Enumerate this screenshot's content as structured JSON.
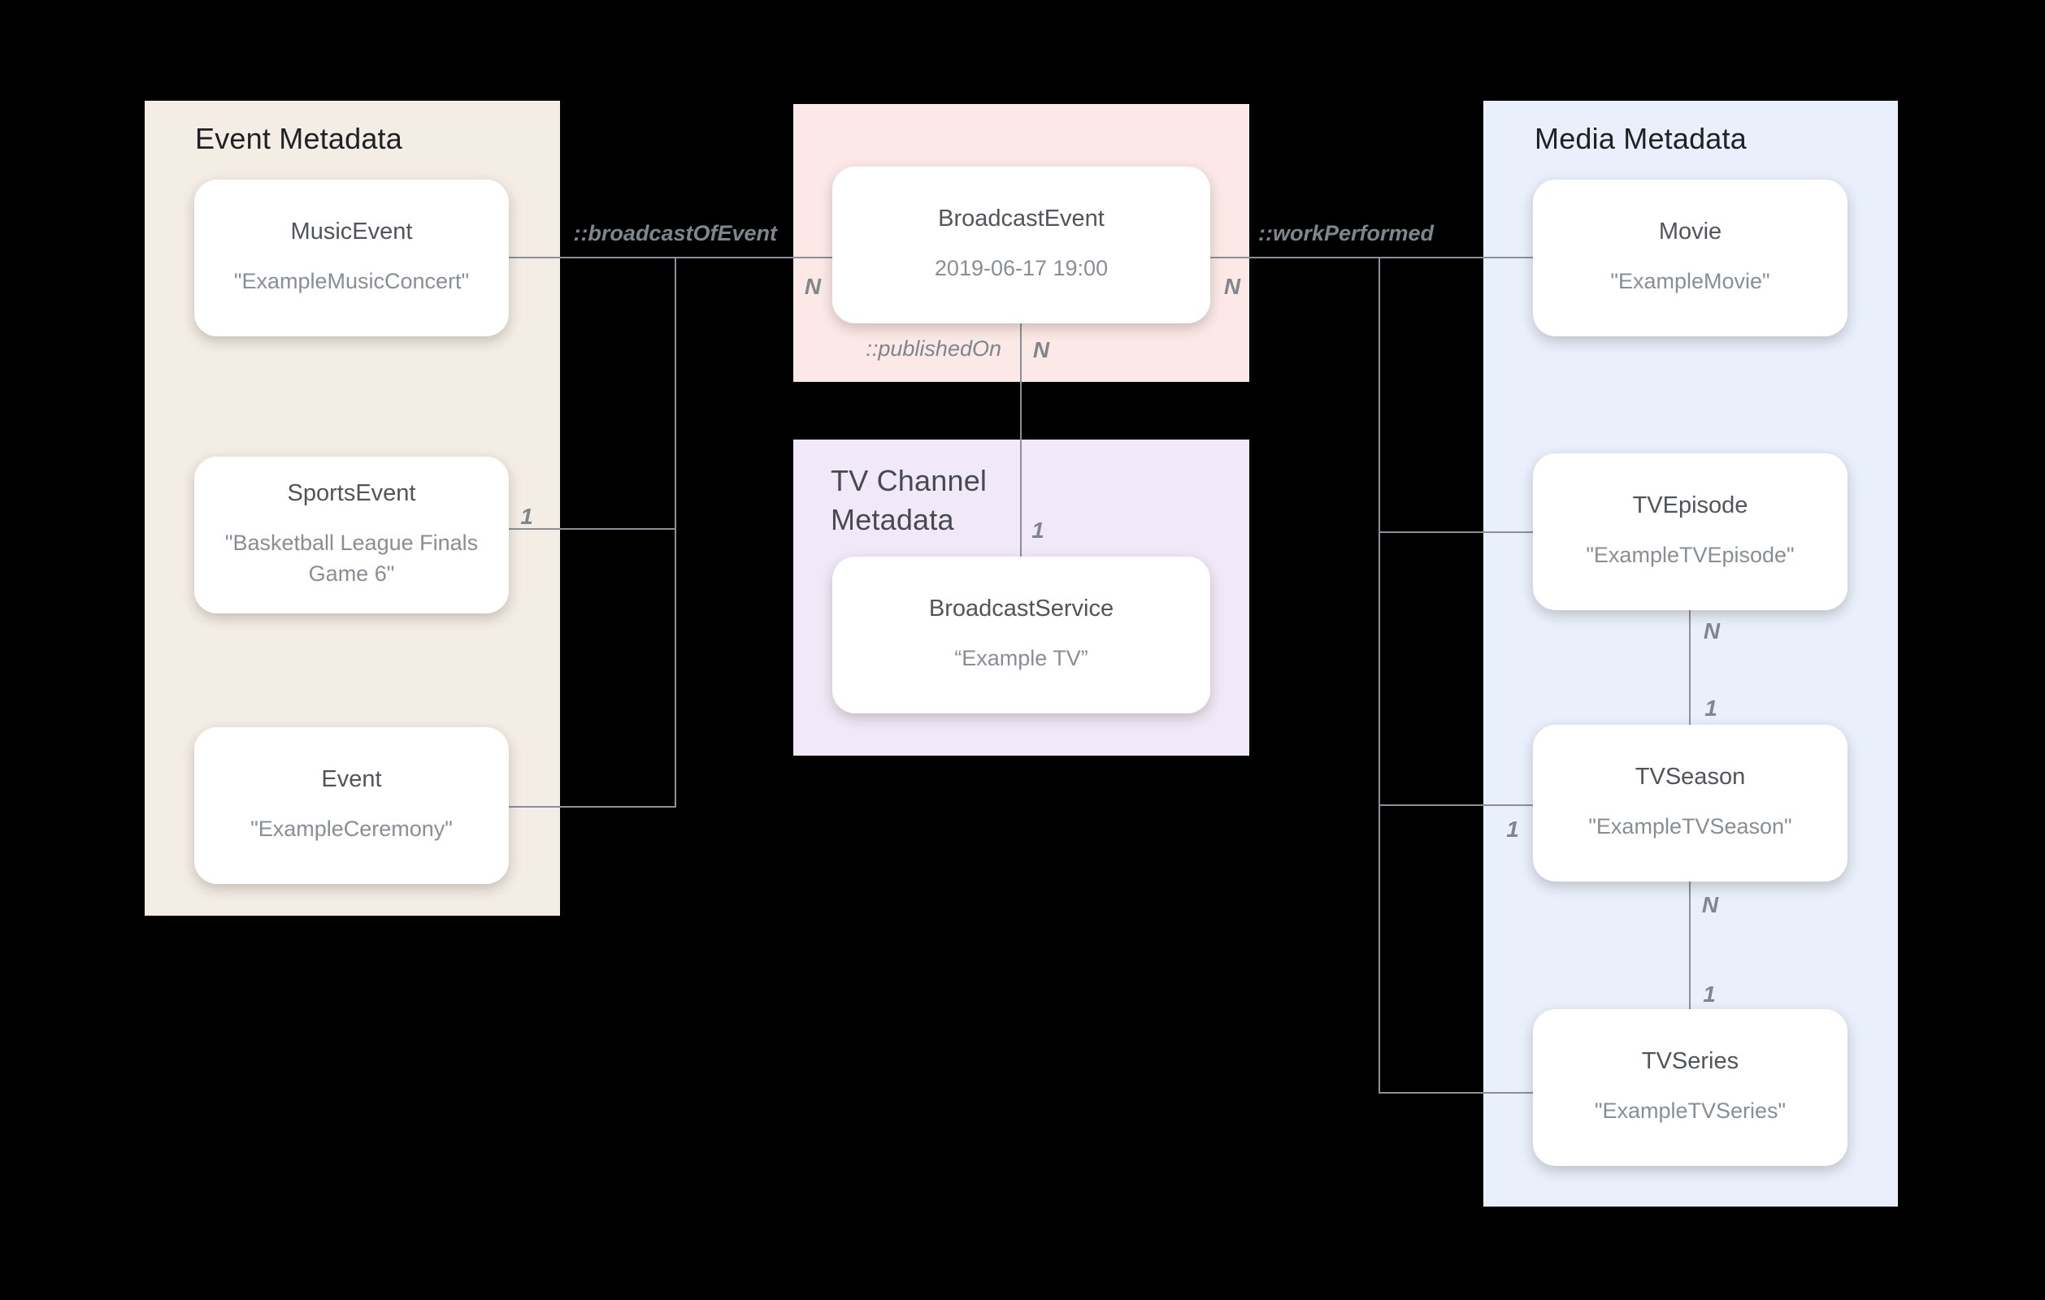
{
  "canvas": {
    "background": "#000000"
  },
  "colors": {
    "event_panel_bg": "#F4EDE5",
    "broadcast_panel_bg": "#FCE9E7",
    "tv_channel_panel_bg": "#F2E9F8",
    "media_panel_bg": "#E9EFFB",
    "card_bg": "#FFFFFF",
    "line": "#8B9196",
    "panel_title": "#202124",
    "card_title": "#50555B",
    "card_value": "#878E95",
    "label": "#7E858C"
  },
  "panels": {
    "event": {
      "title": "Event Metadata"
    },
    "tv_channel": {
      "title": "TV Channel Metadata"
    },
    "media": {
      "title": "Media Metadata"
    }
  },
  "cards": {
    "music_event": {
      "name": "MusicEvent",
      "value": "\"ExampleMusicConcert\""
    },
    "sports_event": {
      "name": "SportsEvent",
      "value": "\"Basketball League Finals Game 6\""
    },
    "event": {
      "name": "Event",
      "value": "\"ExampleCeremony\""
    },
    "broadcast_event": {
      "name": "BroadcastEvent",
      "value": "2019-06-17 19:00"
    },
    "broadcast_service": {
      "name": "BroadcastService",
      "value": "“Example TV”"
    },
    "movie": {
      "name": "Movie",
      "value": "\"ExampleMovie\""
    },
    "tv_episode": {
      "name": "TVEpisode",
      "value": "\"ExampleTVEpisode\""
    },
    "tv_season": {
      "name": "TVSeason",
      "value": "\"ExampleTVSeason\""
    },
    "tv_series": {
      "name": "TVSeries",
      "value": "\"ExampleTVSeries\""
    }
  },
  "edges": {
    "broadcast_of_event": "::broadcastOfEvent",
    "work_performed": "::workPerformed",
    "published_on": "::publishedOn"
  },
  "cardinalities": {
    "broadcast_event_left_n": "N",
    "broadcast_event_right_n": "N",
    "published_on_n": "N",
    "published_on_1": "1",
    "sports_event_1": "1",
    "tv_episode_bottom_n": "N",
    "tv_season_top_1": "1",
    "tv_season_left_1": "1",
    "tv_season_bottom_n": "N",
    "tv_series_top_1": "1"
  }
}
